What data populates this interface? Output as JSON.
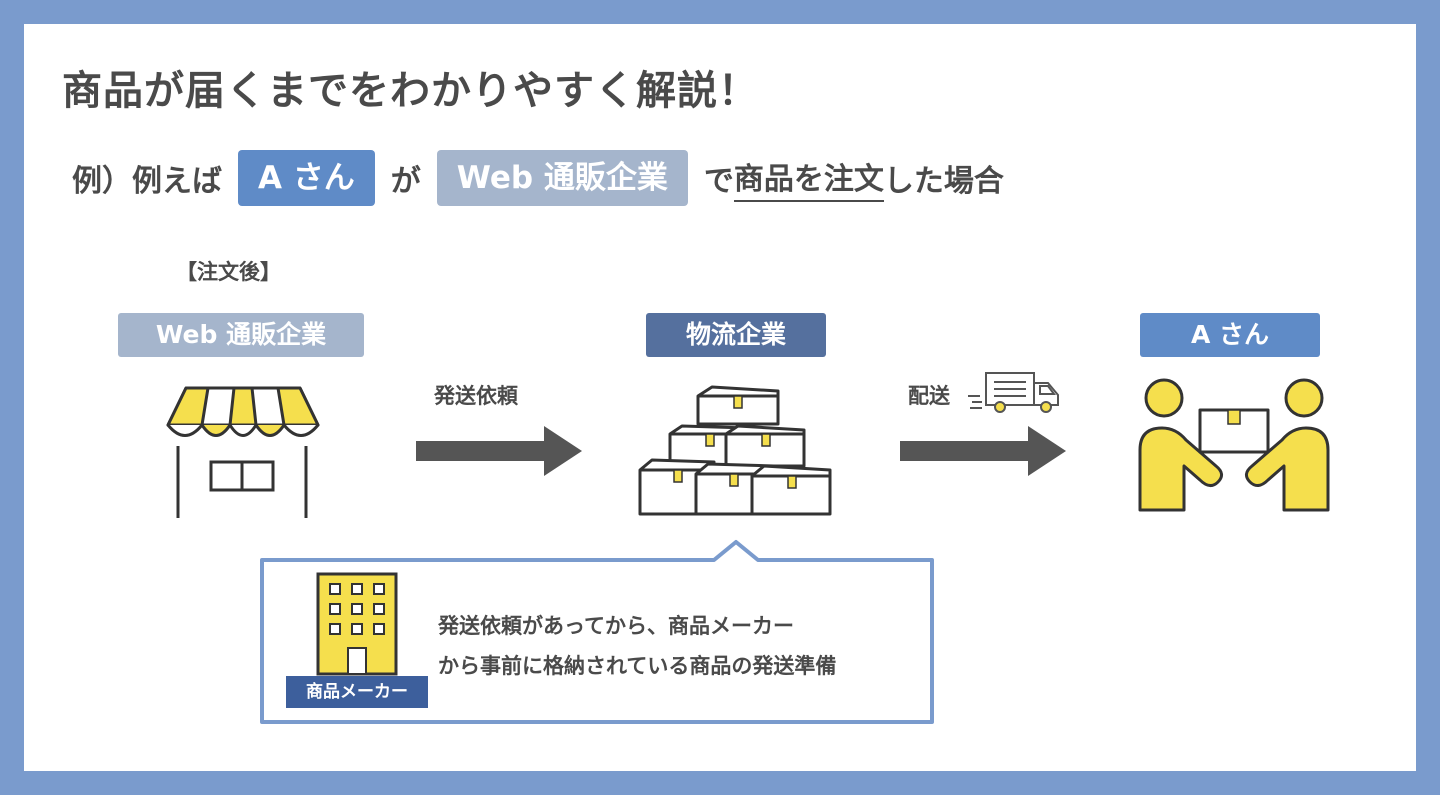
{
  "title": "商品が届くまでをわかりやすく解説！",
  "example": {
    "prefix": "例）例えば",
    "customer": "A さん",
    "particle_ga": "が",
    "company": "Web 通販企業",
    "particle_de": "で",
    "action_underlined": "商品を注文",
    "suffix": "した場合"
  },
  "after_order_label": "【注文後】",
  "nodes": {
    "web_company": "Web 通販企業",
    "logistics": "物流企業",
    "customer": "A さん"
  },
  "steps": {
    "shipping_request": "発送依頼",
    "delivery": "配送"
  },
  "callout": {
    "line1": "発送依頼があってから、商品メーカー",
    "line2": "から事前に格納されている商品の発送準備",
    "maker_label": "商品メーカー"
  },
  "colors": {
    "frame": "#7a9bcd",
    "chip_blue": "#5f8bc7",
    "chip_gray": "#a5b5cc",
    "chip_dark": "#55709e",
    "accent_yellow": "#f5df4d",
    "arrow": "#555555",
    "maker_label_bg": "#3d5f9c"
  },
  "icons": [
    "store-icon",
    "boxes-icon",
    "truck-icon",
    "handover-icon",
    "building-icon"
  ]
}
